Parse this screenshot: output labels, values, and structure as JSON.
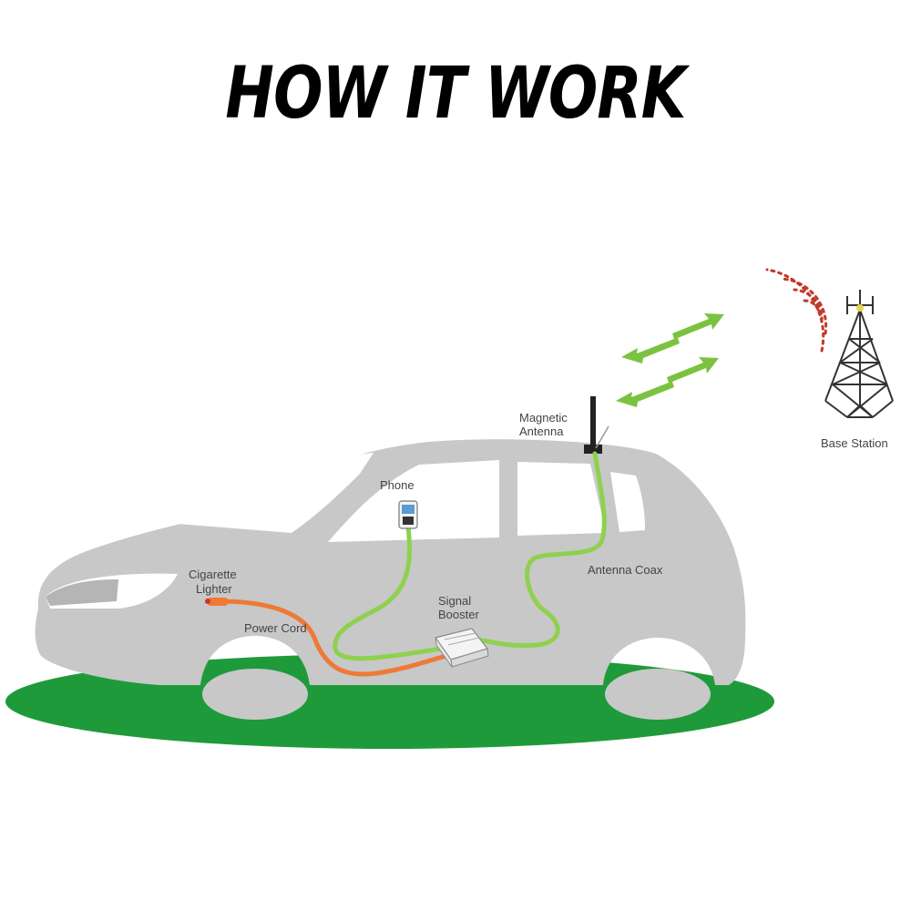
{
  "title": "HOW IT WORK",
  "labels": {
    "magnetic_antenna_1": "Magnetic",
    "magnetic_antenna_2": "Antenna",
    "base_station": "Base Station",
    "phone": "Phone",
    "antenna_coax": "Antenna Coax",
    "cigarette_lighter_1": "Cigarette",
    "cigarette_lighter_2": "Lighter",
    "power_cord": "Power Cord",
    "signal_booster_1": "Signal",
    "signal_booster_2": "Booster"
  },
  "colors": {
    "car_body": "#c8c8c8",
    "window": "#ffffff",
    "ground": "#1f9a3a",
    "coax": "#8fd14f",
    "power_cord": "#ee7a35",
    "signal_arrow": "#7cc242",
    "signal_wave": "#c0392b",
    "tower": "#333333"
  }
}
